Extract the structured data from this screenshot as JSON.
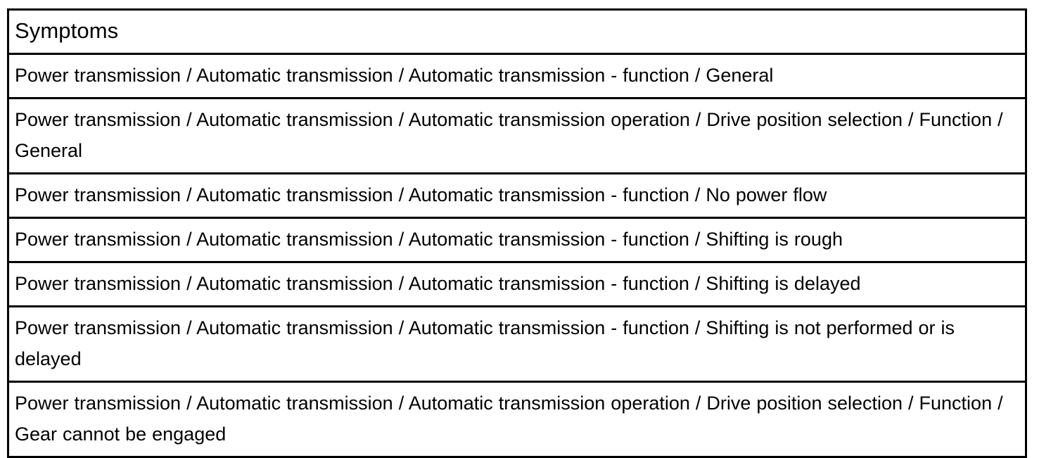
{
  "table": {
    "header": {
      "label": "Symptoms"
    },
    "columns": [
      "Symptoms"
    ],
    "rows": [
      {
        "text": "Power transmission / Automatic transmission / Automatic transmission - function / General",
        "lines": 1
      },
      {
        "text": "Power transmission / Automatic transmission / Automatic transmission operation / Drive position selection / Function / General",
        "lines": 2
      },
      {
        "text": "Power transmission / Automatic transmission / Automatic transmission - function / No power flow",
        "lines": 1
      },
      {
        "text": "Power transmission / Automatic transmission / Automatic transmission - function / Shifting is rough",
        "lines": 1
      },
      {
        "text": "Power transmission / Automatic transmission / Automatic transmission - function / Shifting is delayed",
        "lines": 1
      },
      {
        "text": "Power transmission / Automatic transmission / Automatic transmission - function / Shifting is not performed or is delayed",
        "lines": 2
      },
      {
        "text": "Power transmission / Automatic transmission / Automatic transmission operation / Drive position selection / Function / Gear cannot be engaged",
        "lines": 2
      }
    ]
  },
  "colors": {
    "background": "#ffffff",
    "text": "#000000",
    "border": "#000000"
  }
}
